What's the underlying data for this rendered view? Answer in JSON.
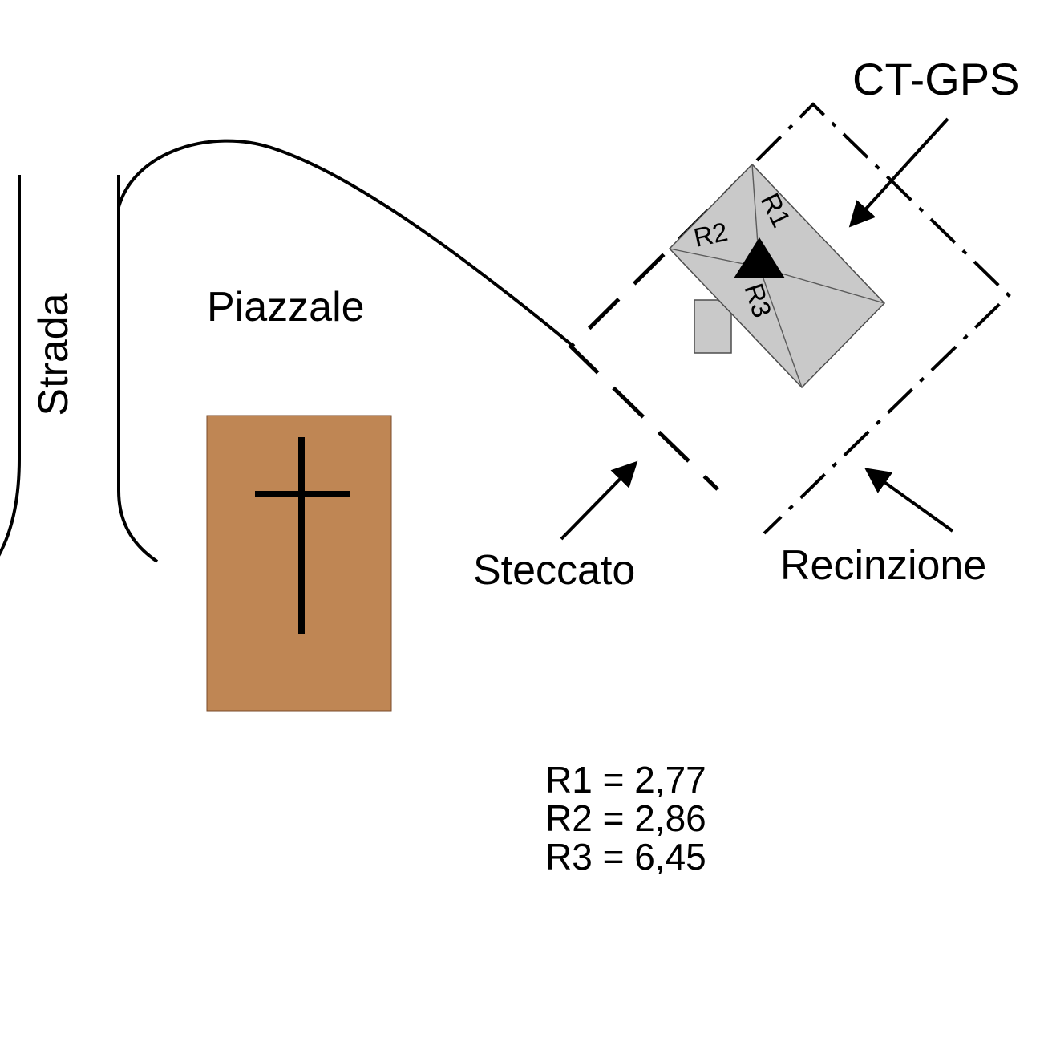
{
  "diagram": {
    "road_label": "Strada",
    "square_label": "Piazzale",
    "fence_label": "Steccato",
    "enclosure_label": "Recinzione",
    "gps_label": "CT-GPS",
    "ray_labels": {
      "r1": "R1",
      "r2": "R2",
      "r3": "R3"
    },
    "measurements": [
      "R1 = 2,77",
      "R2 = 2,86",
      "R3 = 6,45"
    ],
    "colors": {
      "church_fill": "#bf8654",
      "church_stroke": "#7a4a28",
      "building_fill": "#c9c9c9",
      "building_stroke": "#4d4d4d",
      "ink": "#000000"
    }
  }
}
